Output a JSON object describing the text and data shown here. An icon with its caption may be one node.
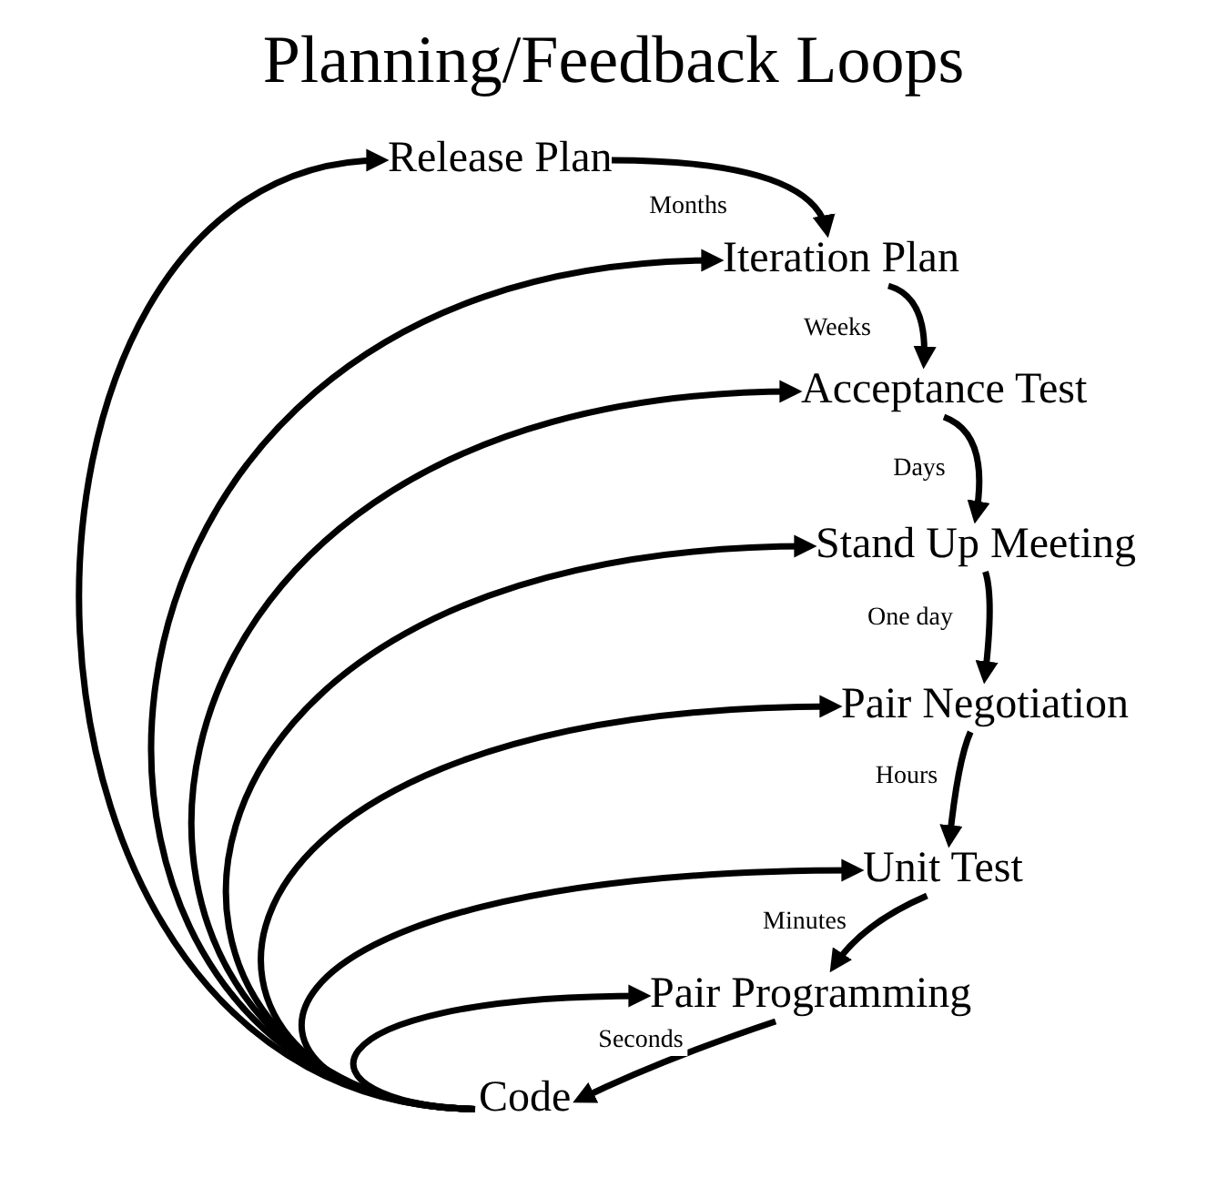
{
  "diagram": {
    "title": "Planning/Feedback Loops",
    "nodes": [
      {
        "text": [
          "Release Plan"
        ]
      },
      {
        "text": [
          "Iteration Plan"
        ]
      },
      {
        "text": [
          "Acceptance Test"
        ]
      },
      {
        "text": [
          "Stand Up Meeting"
        ]
      },
      {
        "text": [
          "Pair Negotiation"
        ]
      },
      {
        "text": [
          "Unit Test"
        ]
      },
      {
        "text": [
          "Pair Programming"
        ]
      },
      {
        "text": [
          "Code"
        ]
      }
    ],
    "edges": [
      {
        "from": 0,
        "to": 1,
        "arrow": "to",
        "label": "Months"
      },
      {
        "from": 1,
        "to": 2,
        "arrow": "to",
        "label": "Weeks"
      },
      {
        "from": 2,
        "to": 3,
        "arrow": "to",
        "label": "Days"
      },
      {
        "from": 3,
        "to": 4,
        "arrow": "to",
        "label": "One day"
      },
      {
        "from": 4,
        "to": 5,
        "arrow": "to",
        "label": "Hours"
      },
      {
        "from": 5,
        "to": 6,
        "arrow": "to",
        "label": "Minutes"
      },
      {
        "from": 6,
        "to": 7,
        "arrow": "to",
        "label": "Seconds"
      },
      {
        "from": 7,
        "to": 0,
        "arrow": "to"
      },
      {
        "from": 7,
        "to": 1,
        "arrow": "to"
      },
      {
        "from": 7,
        "to": 2,
        "arrow": "to"
      },
      {
        "from": 7,
        "to": 3,
        "arrow": "to"
      },
      {
        "from": 7,
        "to": 4,
        "arrow": "to"
      },
      {
        "from": 7,
        "to": 5,
        "arrow": "to"
      },
      {
        "from": 7,
        "to": 6,
        "arrow": "to"
      }
    ]
  }
}
